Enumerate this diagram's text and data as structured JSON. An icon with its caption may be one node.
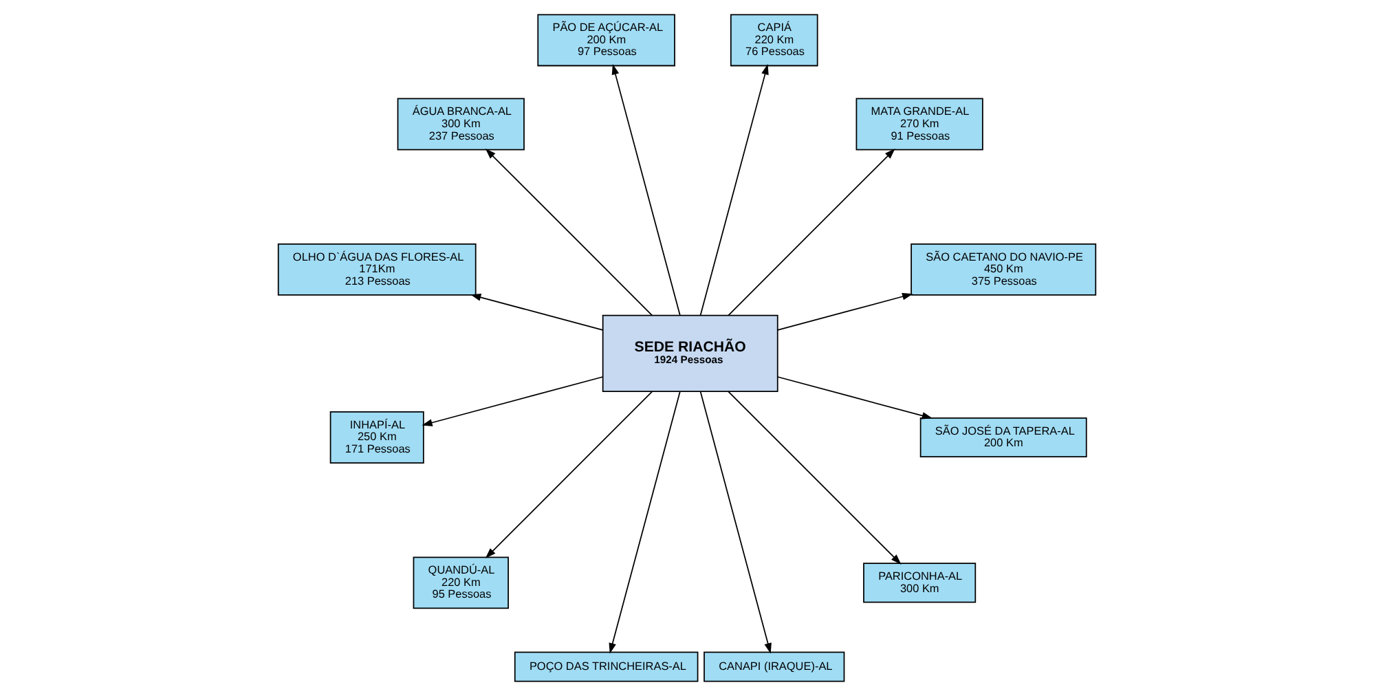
{
  "diagram": {
    "nodes": [
      {
        "text": [
          "SEDE RIACHÃO",
          "1924 Pessoas"
        ]
      },
      {
        "text": [
          "SÃO CAETANO DO NAVIO-PE",
          "450 Km",
          "375 Pessoas"
        ]
      },
      {
        "text": [
          "MATA GRANDE-AL",
          "270 Km",
          "91 Pessoas"
        ]
      },
      {
        "text": [
          "CAPIÁ",
          "220 Km",
          "76 Pessoas"
        ]
      },
      {
        "text": [
          "PÃO DE AÇÚCAR-AL",
          "200 Km",
          "97 Pessoas"
        ]
      },
      {
        "text": [
          "ÁGUA BRANCA-AL",
          "300 Km",
          "237 Pessoas"
        ]
      },
      {
        "text": [
          "OLHO D`ÁGUA DAS FLORES-AL",
          "171Km",
          "213 Pessoas"
        ]
      },
      {
        "text": [
          "INHAPÍ-AL",
          "250 Km",
          "171 Pessoas"
        ]
      },
      {
        "text": [
          "QUANDÚ-AL",
          "220 Km",
          "95 Pessoas"
        ]
      },
      {
        "text": [
          "POÇO DAS TRINCHEIRAS-AL"
        ]
      },
      {
        "text": [
          "CANAPI (IRAQUE)-AL"
        ]
      },
      {
        "text": [
          "PARICONHA-AL",
          "300 Km"
        ]
      },
      {
        "text": [
          "SÃO JOSÉ DA TAPERA-AL",
          "200 Km"
        ]
      }
    ],
    "edges": [
      {
        "from": 0,
        "to": 1,
        "arrow": "to"
      },
      {
        "from": 0,
        "to": 2,
        "arrow": "to"
      },
      {
        "from": 0,
        "to": 3,
        "arrow": "to"
      },
      {
        "from": 0,
        "to": 4,
        "arrow": "to"
      },
      {
        "from": 0,
        "to": 5,
        "arrow": "to"
      },
      {
        "from": 0,
        "to": 6,
        "arrow": "to"
      },
      {
        "from": 0,
        "to": 7,
        "arrow": "to"
      },
      {
        "from": 0,
        "to": 8,
        "arrow": "to"
      },
      {
        "from": 0,
        "to": 9,
        "arrow": "to"
      },
      {
        "from": 0,
        "to": 10,
        "arrow": "to"
      },
      {
        "from": 0,
        "to": 11,
        "arrow": "to"
      },
      {
        "from": 0,
        "to": 12,
        "arrow": "to"
      }
    ]
  }
}
